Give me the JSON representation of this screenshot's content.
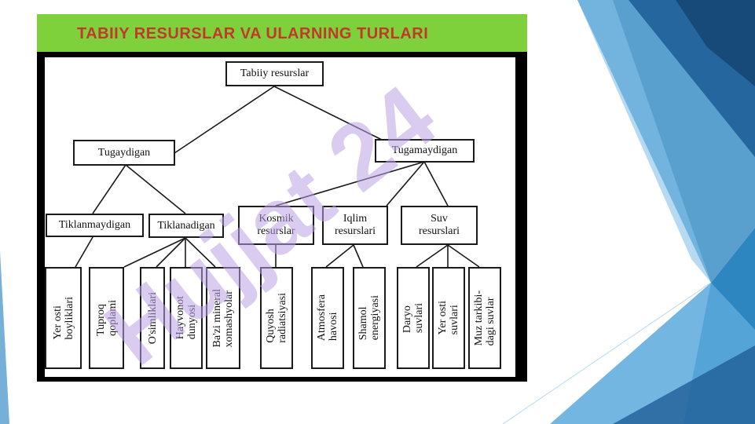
{
  "slide": {
    "title": "TABIIY RESURSLAR VA ULARNING TURLARI",
    "title_color": "#c0392b",
    "title_bar_color": "#7fd13b",
    "accent_colors": [
      "#2e86c1",
      "#1f5f99",
      "#85c1e9"
    ]
  },
  "diagram": {
    "root": "Tabiiy resurslar",
    "level1": {
      "tugaydigan": "Tugaydigan",
      "tugamaydigan": "Tugamaydigan"
    },
    "level2": {
      "tiklanmaydigan": "Tiklanmaydigan",
      "tiklanadigan": "Tiklanadigan",
      "kosmik": "Kosmik\nresurslar",
      "iqlim": "Iqlim\nresurslari",
      "suv": "Suv\nresurslari"
    },
    "leaves": {
      "yer_osti_boyliklari": "Yer osti\nboyliklari",
      "tuproq_qoplami": "Tuproq\nqoplami",
      "osimliklari": "O'simliklari",
      "hayvonot_dunyosi": "Hayvonot\ndunyosi",
      "bazi_mineral": "Ba'zi mineral\nxomashyolar",
      "quyosh_radiatsiyasi": "Quyosh\nradiatsiyasi",
      "atmosfera_havosi": "Atmosfera\nhavosi",
      "shamol_energiyasi": "Shamol\nenergiyasi",
      "daryo_suvlari": "Daryo\nsuvlari",
      "yer_osti_suvlari": "Yer osti\nsuvlari",
      "muz_tarkibidagi_suvlar": "Muz tarkibi-\ndagi suvlar"
    }
  },
  "watermark": {
    "text": "Hujjat 24",
    "color": "#b9a3e3"
  }
}
